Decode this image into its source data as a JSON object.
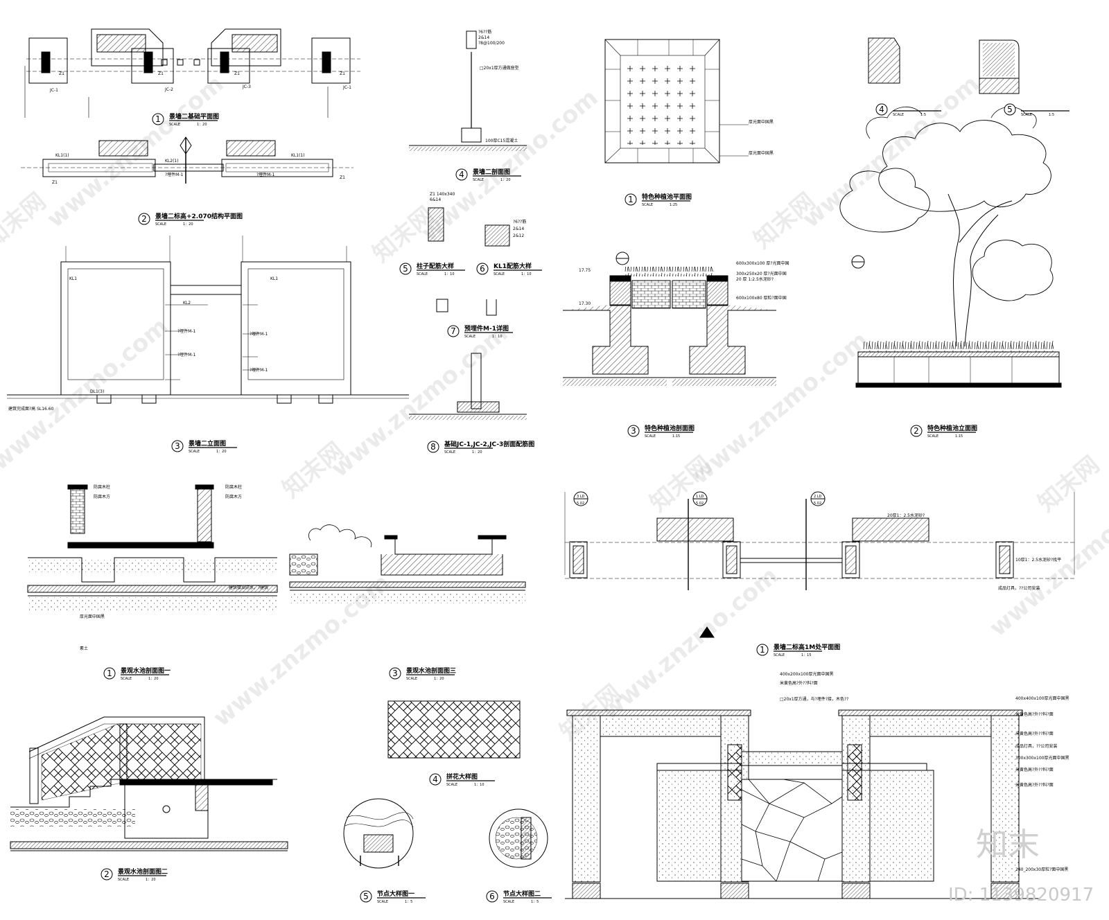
{
  "watermark": {
    "domain": "www.znzmo.com",
    "cn": "知末网"
  },
  "brand": {
    "logo": "知末",
    "id_label": "ID: 1139820917"
  },
  "titles": [
    {
      "num": "1",
      "title": "景墙二基础平面图",
      "scale": "1：20"
    },
    {
      "num": "2",
      "title": "景墙二标高+2.070结构平面图",
      "scale": "1：20"
    },
    {
      "num": "3",
      "title": "景墙二立面图",
      "scale": "1：20"
    },
    {
      "num": "4",
      "title": "景墙二剖面图",
      "scale": "1：20"
    },
    {
      "num": "5",
      "title": "柱子配筋大样",
      "scale": "1：10"
    },
    {
      "num": "6",
      "title": "KL1配筋大样",
      "scale": "1：10"
    },
    {
      "num": "7",
      "title": "预埋件M-1详图",
      "scale": "1：10"
    },
    {
      "num": "8",
      "title": "基础JC-1,JC-2,JC-3剖面配筋图",
      "scale": "1：20"
    },
    {
      "num": "1",
      "title": "特色种植池平面图",
      "scale": "1:25"
    },
    {
      "num": "3",
      "title": "特色种植池剖面图",
      "scale": "1:15"
    },
    {
      "num": "2",
      "title": "特色种植池立面图",
      "scale": "1:15"
    },
    {
      "num": "4",
      "title": "",
      "scale": "1:5"
    },
    {
      "num": "5",
      "title": "",
      "scale": "1:5"
    },
    {
      "num": "1",
      "title": "景观水池剖面图一",
      "scale": "1：20"
    },
    {
      "num": "3",
      "title": "景观水池剖面图三",
      "scale": "1：20"
    },
    {
      "num": "2",
      "title": "景观水池剖面图二",
      "scale": "1：20"
    },
    {
      "num": "4",
      "title": "拼花大样图",
      "scale": "1：10"
    },
    {
      "num": "5",
      "title": "节点大样图一",
      "scale": "1：5"
    },
    {
      "num": "6",
      "title": "节点大样图二",
      "scale": "1：5"
    },
    {
      "num": "1",
      "title": "景墙二标高1M处平面图",
      "scale": "1：15"
    }
  ],
  "labels": {
    "z1": "Z1",
    "jc1": "JC-1",
    "jc2": "JC-2",
    "jc3": "JC-3",
    "kl1": "KL1",
    "kl1_1": "KL1(1)",
    "kl2": "KL2",
    "kl2_1": "KL2(1)",
    "dl1_3": "DL1(3)",
    "m1": "?埋件M-1",
    "lvl_a": "17.75",
    "lvl_b": "17.30",
    "sl": "建筑完成面?高 SL16.60",
    "z1spec": "Z1 140x340",
    "rebar_a": "6&14",
    "rebar_b": "?8@100/200",
    "rebar_c": "?6??筋",
    "rebar_d": "2&14",
    "rebar_e": "2&12",
    "plate": "□20x1厚方通做座型",
    "conc": "100厚C15混凝土",
    "lamp": "成品灯具，??公司安装",
    "st1": "400x200x100厚光面中国黑",
    "st2": "米黄色高?外??料?面",
    "st3": "□20x1厚方通，与?埋件?接，木色??",
    "st4": "400x400x100厚光面中国黑",
    "st5": "300x300x100厚光面中国黑",
    "st6": "240_200x30厚粒?面中国黑",
    "pl1": "600x300x100 厚?光面中国",
    "pl2": "300x250x20 厚?光面中国",
    "pl3": "20 厚 1:2.5水泥砂?",
    "pl4": "600x100x80 厚粒?面中国",
    "pool1": "厚光面中国黑",
    "pool2": "防腐木柱",
    "pool3": "防腐木方",
    "pool4": "建筑楼及防水，?建筑",
    "pool5": "素土",
    "m20": "20厚1：2.5水泥砂?",
    "m10": "10厚1：2.5水泥砂?找平",
    "ref1": "3 LD",
    "ref2": "1 LD",
    "ref3": "2 LD",
    "sheet": "5.02"
  }
}
